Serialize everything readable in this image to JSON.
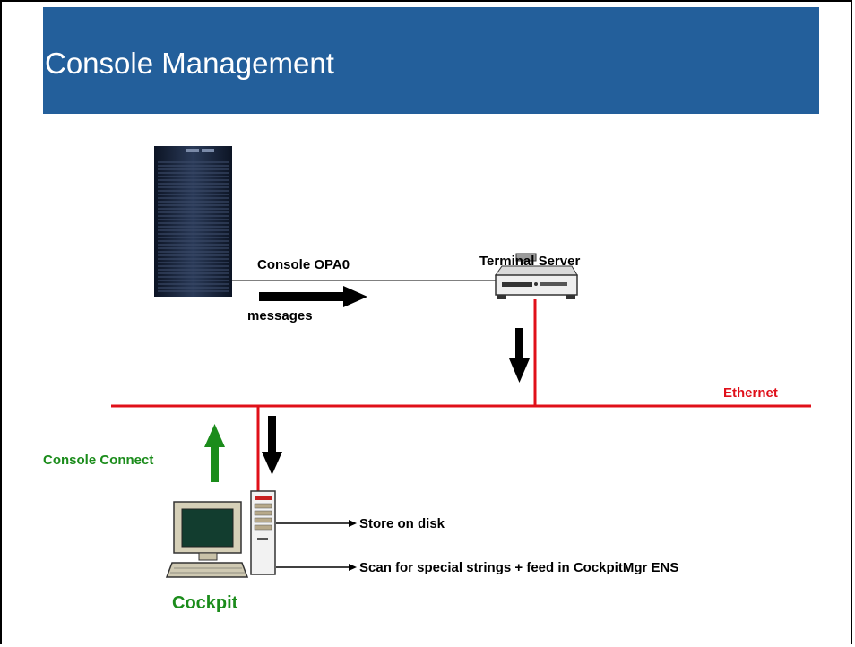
{
  "slide": {
    "title": "Console Management"
  },
  "diagram": {
    "labels": {
      "console_opa0": "Console OPA0",
      "messages": "messages",
      "terminal_server": "Terminal Server",
      "ethernet": "Ethernet",
      "console_connect": "Console Connect",
      "cockpit": "Cockpit",
      "store_on_disk": "Store on disk",
      "scan_strings": "Scan for special strings + feed in CockpitMgr ENS"
    },
    "colors": {
      "title_bar": "#235f9b",
      "ethernet": "#e0101a",
      "console_connect": "#1b8c1b",
      "arrows": "#000000"
    },
    "icons": [
      "server-cabinet-icon",
      "terminal-server-icon",
      "workstation-icon"
    ]
  }
}
